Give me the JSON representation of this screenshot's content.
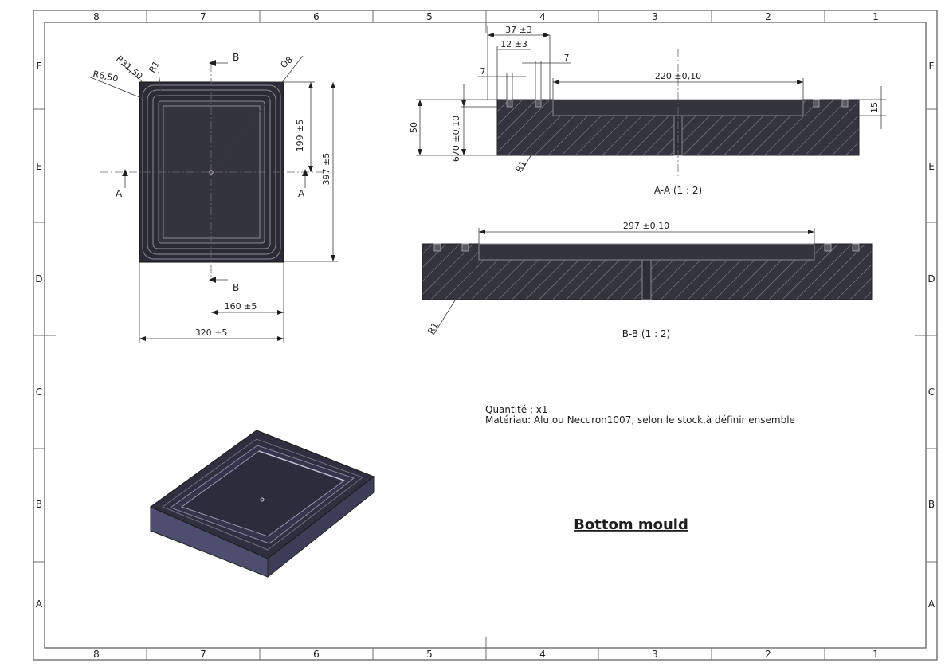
{
  "zones": {
    "columns": [
      "8",
      "7",
      "6",
      "5",
      "4",
      "3",
      "2",
      "1"
    ],
    "rows": [
      "F",
      "E",
      "D",
      "C",
      "B",
      "A"
    ]
  },
  "top_view": {
    "radius_outer": "R31,50",
    "radius_inner": "R6,50",
    "radius_small": "R1",
    "hole_dia": "Ø8",
    "dim_height_half": "199 ±5",
    "dim_height": "397 ±5",
    "dim_width_half": "160 ±5",
    "dim_width": "320 ±5",
    "section_a": "A",
    "section_b": "B"
  },
  "section_aa": {
    "label": "A-A (1 : 2)",
    "dim_37": "37 ±3",
    "dim_12": "12 ±3",
    "dim_7_left": "7",
    "dim_7_right": "7",
    "dim_220": "220 ±0,10",
    "dim_15": "15",
    "dim_50": "50",
    "dim_670": "670 ±0,10",
    "radius": "R1"
  },
  "section_bb": {
    "label": "B-B (1 : 2)",
    "dim_297": "297 ±0,10",
    "radius": "R1"
  },
  "notes": {
    "quantity": "Quantité : x1",
    "material": "Matériau: Alu ou Necuron1007, selon le stock,à définir ensemble"
  },
  "title": "Bottom mould"
}
